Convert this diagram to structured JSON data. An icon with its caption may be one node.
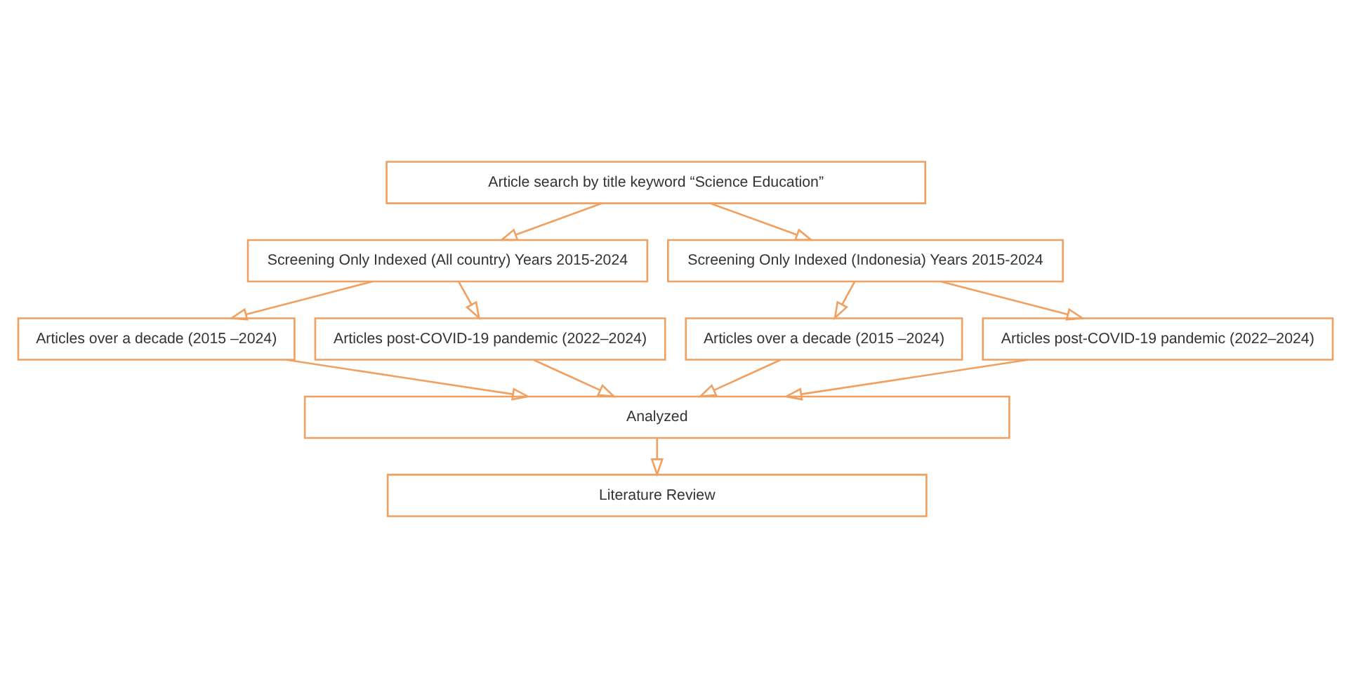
{
  "diagram": {
    "nodes": [
      {
        "text": [
          "Article search by title keyword “Science Education”"
        ]
      },
      {
        "text": [
          "Screening Only Indexed (All country) Years 2015-2024"
        ]
      },
      {
        "text": [
          "Screening Only Indexed (Indonesia) Years 2015-2024"
        ]
      },
      {
        "text": [
          "Articles over a decade (2015 –2024)"
        ]
      },
      {
        "text": [
          "Articles post-COVID-19 pandemic (2022–2024)"
        ]
      },
      {
        "text": [
          "Articles over a decade (2015 –2024)"
        ]
      },
      {
        "text": [
          "Articles post-COVID-19 pandemic (2022–2024)"
        ]
      },
      {
        "text": [
          "Analyzed"
        ]
      },
      {
        "text": [
          "Literature Review"
        ]
      }
    ],
    "edges": [
      {
        "from": 0,
        "to": 1,
        "arrow": "to"
      },
      {
        "from": 0,
        "to": 2,
        "arrow": "to"
      },
      {
        "from": 1,
        "to": 3,
        "arrow": "to"
      },
      {
        "from": 1,
        "to": 4,
        "arrow": "to"
      },
      {
        "from": 2,
        "to": 5,
        "arrow": "to"
      },
      {
        "from": 2,
        "to": 6,
        "arrow": "to"
      },
      {
        "from": 3,
        "to": 7,
        "arrow": "to"
      },
      {
        "from": 4,
        "to": 7,
        "arrow": "to"
      },
      {
        "from": 5,
        "to": 7,
        "arrow": "to"
      },
      {
        "from": 6,
        "to": 7,
        "arrow": "to"
      },
      {
        "from": 7,
        "to": 8,
        "arrow": "to"
      }
    ]
  }
}
